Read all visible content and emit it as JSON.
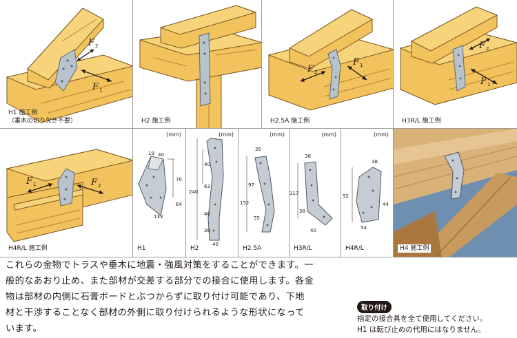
{
  "figures": {
    "h1": {
      "caption_1": "H1 施工例",
      "caption_2": "（垂木の切り欠き不要）",
      "force_1": "F",
      "force_1_sub": "1",
      "force_2": "F",
      "force_2_sub": "2"
    },
    "h2": {
      "caption": "H2 施工例"
    },
    "h25a": {
      "caption": "H2.5A 施工例",
      "force_1": "F",
      "force_1_sub": "1",
      "force_2": "F",
      "force_2_sub": "2"
    },
    "h3rl": {
      "caption": "H3R/L 施工例",
      "force_1": "F",
      "force_1_sub": "1",
      "force_2": "F",
      "force_2_sub": "2"
    },
    "h4rl": {
      "caption": "H4R/L 施工例",
      "force_1": "F",
      "force_1_sub": "1",
      "force_2": "F",
      "force_2_sub": "2"
    },
    "h4_photo": {
      "caption": "H4 施工例"
    }
  },
  "drawings": {
    "unit": "(mm)",
    "h1": {
      "label": "H1",
      "dims": [
        "19",
        "40",
        "70",
        "64",
        "133"
      ]
    },
    "h2": {
      "label": "H2",
      "dims": [
        "40",
        "63",
        "240",
        "40",
        "38",
        "40"
      ]
    },
    "h25a": {
      "label": "H2.5A",
      "dims": [
        "35",
        "97",
        "152",
        "55"
      ]
    },
    "h3rl": {
      "label": "H3R/L",
      "dims": [
        "38",
        "117",
        "38",
        "40"
      ]
    },
    "h4rl": {
      "label": "H4R/L",
      "dims": [
        "38",
        "92",
        "44",
        "54"
      ]
    }
  },
  "description": [
    "これらの金物でトラスや垂木に地震・強風対策をすることができます。一",
    "般的なあおり止め、また部材が交差する部分での接合に使用します。各金",
    "物は部材の内側に石膏ボードとぶつからずに取り付け可能であり、下地",
    "材と干渉することなく部材の外側に取り付けられるような形状になって",
    "います。"
  ],
  "installation": {
    "badge": "取り付け",
    "lines": [
      "指定の接合具を全て使用してください。",
      "H1 は転び止めの代用にはなりません。"
    ]
  },
  "colors": {
    "wood": "#f2c25c",
    "wood_dark": "#d9a23e",
    "wood_grain": "#b88330",
    "metal": "#b9c3cc",
    "metal_dark": "#8e9aa6",
    "border": "#9a9a9a"
  }
}
